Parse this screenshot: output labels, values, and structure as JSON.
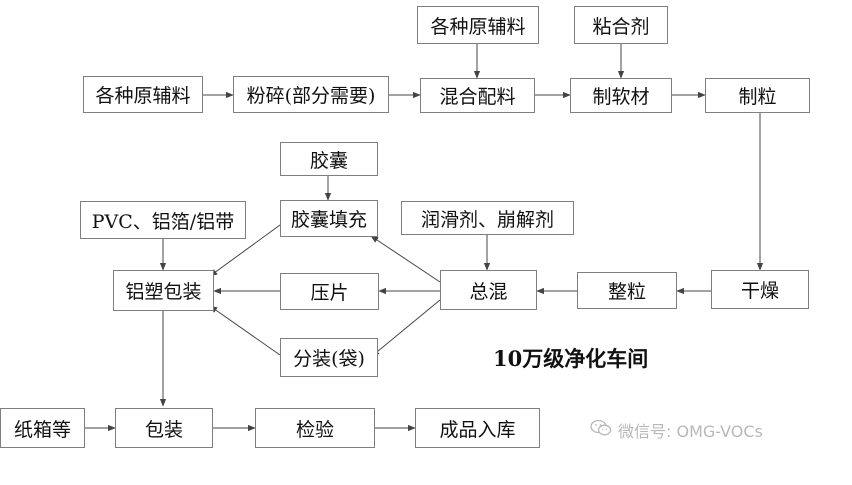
{
  "nodes": {
    "raw1": "各种原辅料",
    "crush": "粉碎(部分需要)",
    "raw2": "各种原辅料",
    "mix": "混合配料",
    "binder": "粘合剂",
    "softmat": "制软材",
    "granulate": "制粒",
    "capsule": "胶囊",
    "capfill": "胶囊填充",
    "pvc": "PVC、铝箔/铝带",
    "blister": "铝塑包装",
    "lube": "润滑剂、崩解剂",
    "press": "压片",
    "totalmix": "总混",
    "sizing": "整粒",
    "dry": "干燥",
    "sachet": "分装(袋)",
    "carton": "纸箱等",
    "pack": "包装",
    "inspect": "检验",
    "store": "成品入库"
  },
  "cleanroom_label": "10万级净化车间",
  "watermark": {
    "icon": "wechat-icon",
    "text": "微信号: OMG-VOCs"
  },
  "colors": {
    "arrow": "#444444",
    "border": "#7f7f7f",
    "watermark": "#b8b8b8"
  }
}
